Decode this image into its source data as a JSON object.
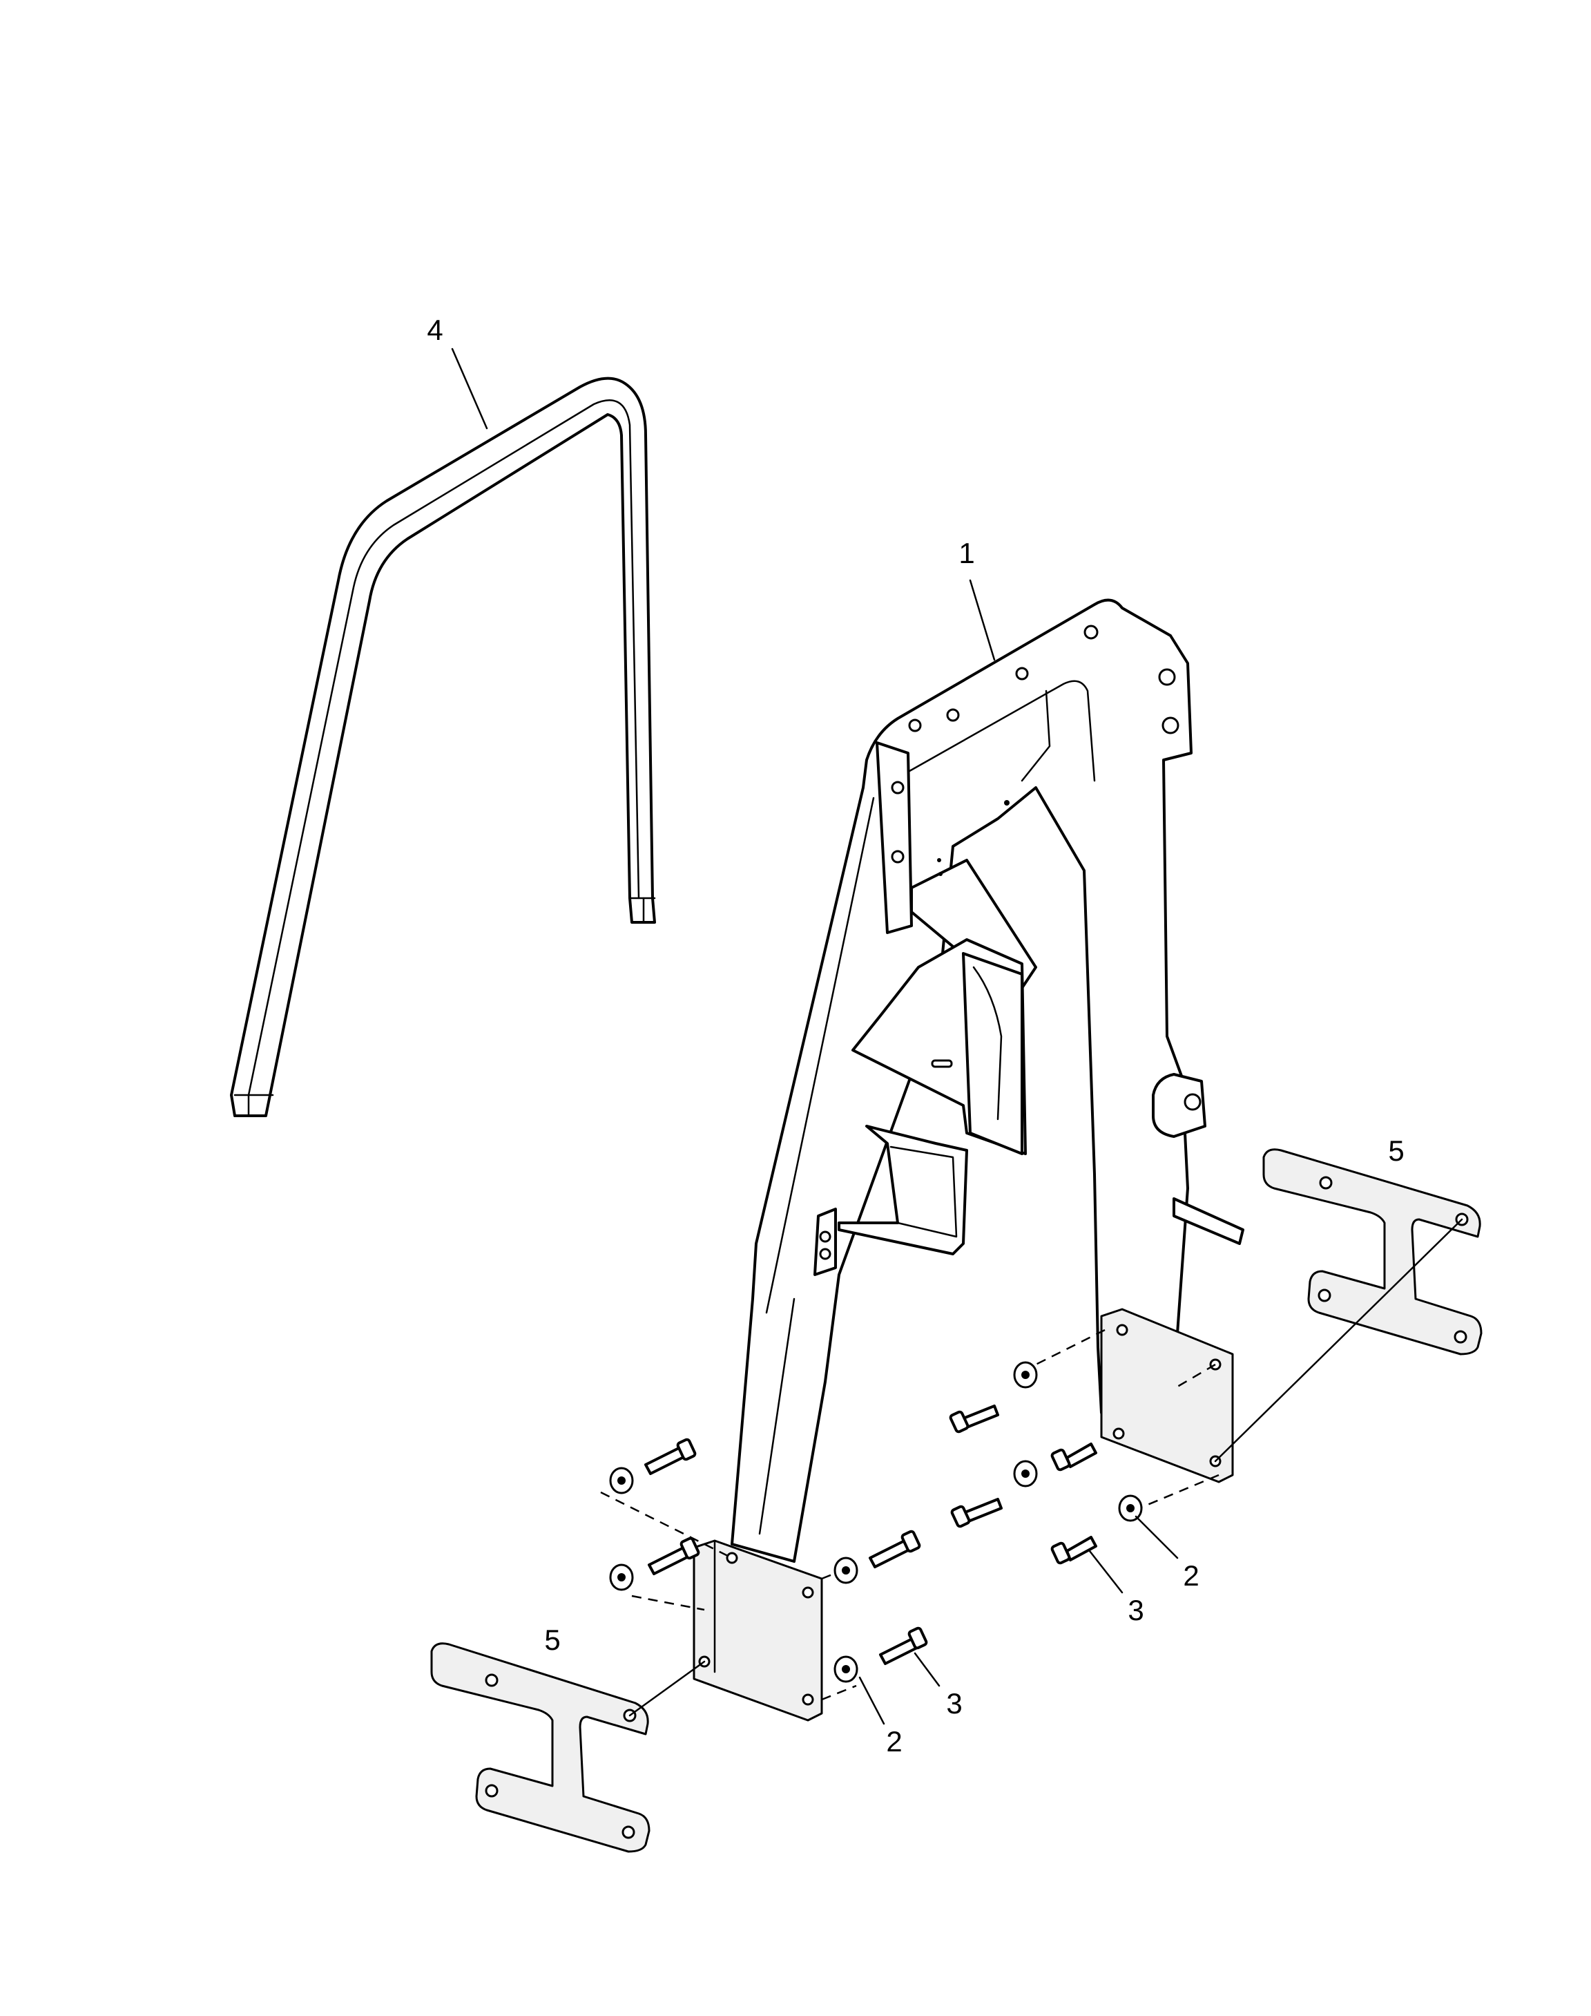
{
  "callouts": [
    {
      "id": "callout-1",
      "label": "1"
    },
    {
      "id": "callout-2a",
      "label": "2"
    },
    {
      "id": "callout-2b",
      "label": "2"
    },
    {
      "id": "callout-3a",
      "label": "3"
    },
    {
      "id": "callout-3b",
      "label": "3"
    },
    {
      "id": "callout-4",
      "label": "4"
    },
    {
      "id": "callout-5a",
      "label": "5"
    },
    {
      "id": "callout-5b",
      "label": "5"
    }
  ],
  "colors": {
    "line": "#000000",
    "background": "#ffffff",
    "plate_fill": "#f0f0f0"
  }
}
